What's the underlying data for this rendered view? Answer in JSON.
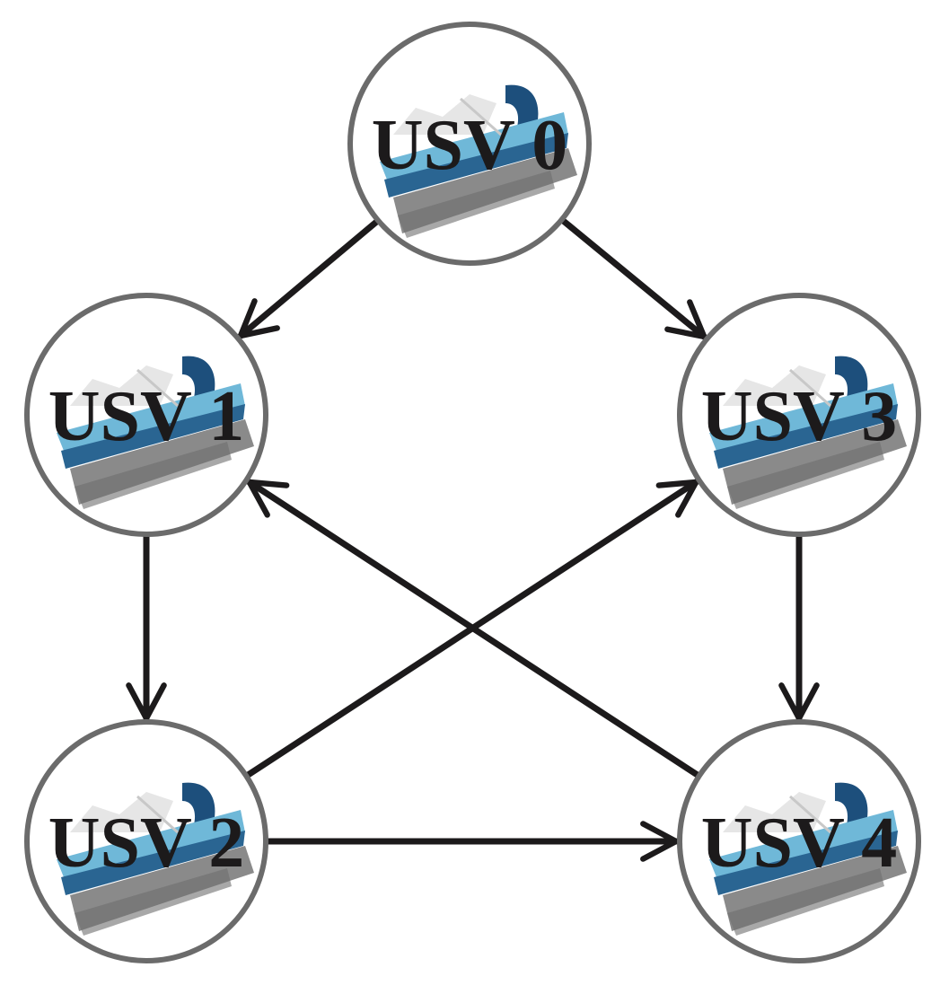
{
  "nodes": [
    {
      "id": "0",
      "label": "USV 0"
    },
    {
      "id": "1",
      "label": "USV 1"
    },
    {
      "id": "2",
      "label": "USV 2"
    },
    {
      "id": "3",
      "label": "USV 3"
    },
    {
      "id": "4",
      "label": "USV 4"
    }
  ],
  "edges": [
    {
      "from": "0",
      "to": "1"
    },
    {
      "from": "0",
      "to": "3"
    },
    {
      "from": "1",
      "to": "2"
    },
    {
      "from": "3",
      "to": "4"
    },
    {
      "from": "2",
      "to": "3"
    },
    {
      "from": "4",
      "to": "1"
    },
    {
      "from": "2",
      "to": "4"
    }
  ],
  "colors": {
    "edge": "#1c1a1b",
    "node_ring": "#6b6b6b",
    "label": "#1c1a1b",
    "ship_hull_dark": "#1d4f7c",
    "ship_hull_light": "#6fb8d8",
    "ship_shadow": "#8a8a8a"
  },
  "icon": "usv-ship-icon"
}
